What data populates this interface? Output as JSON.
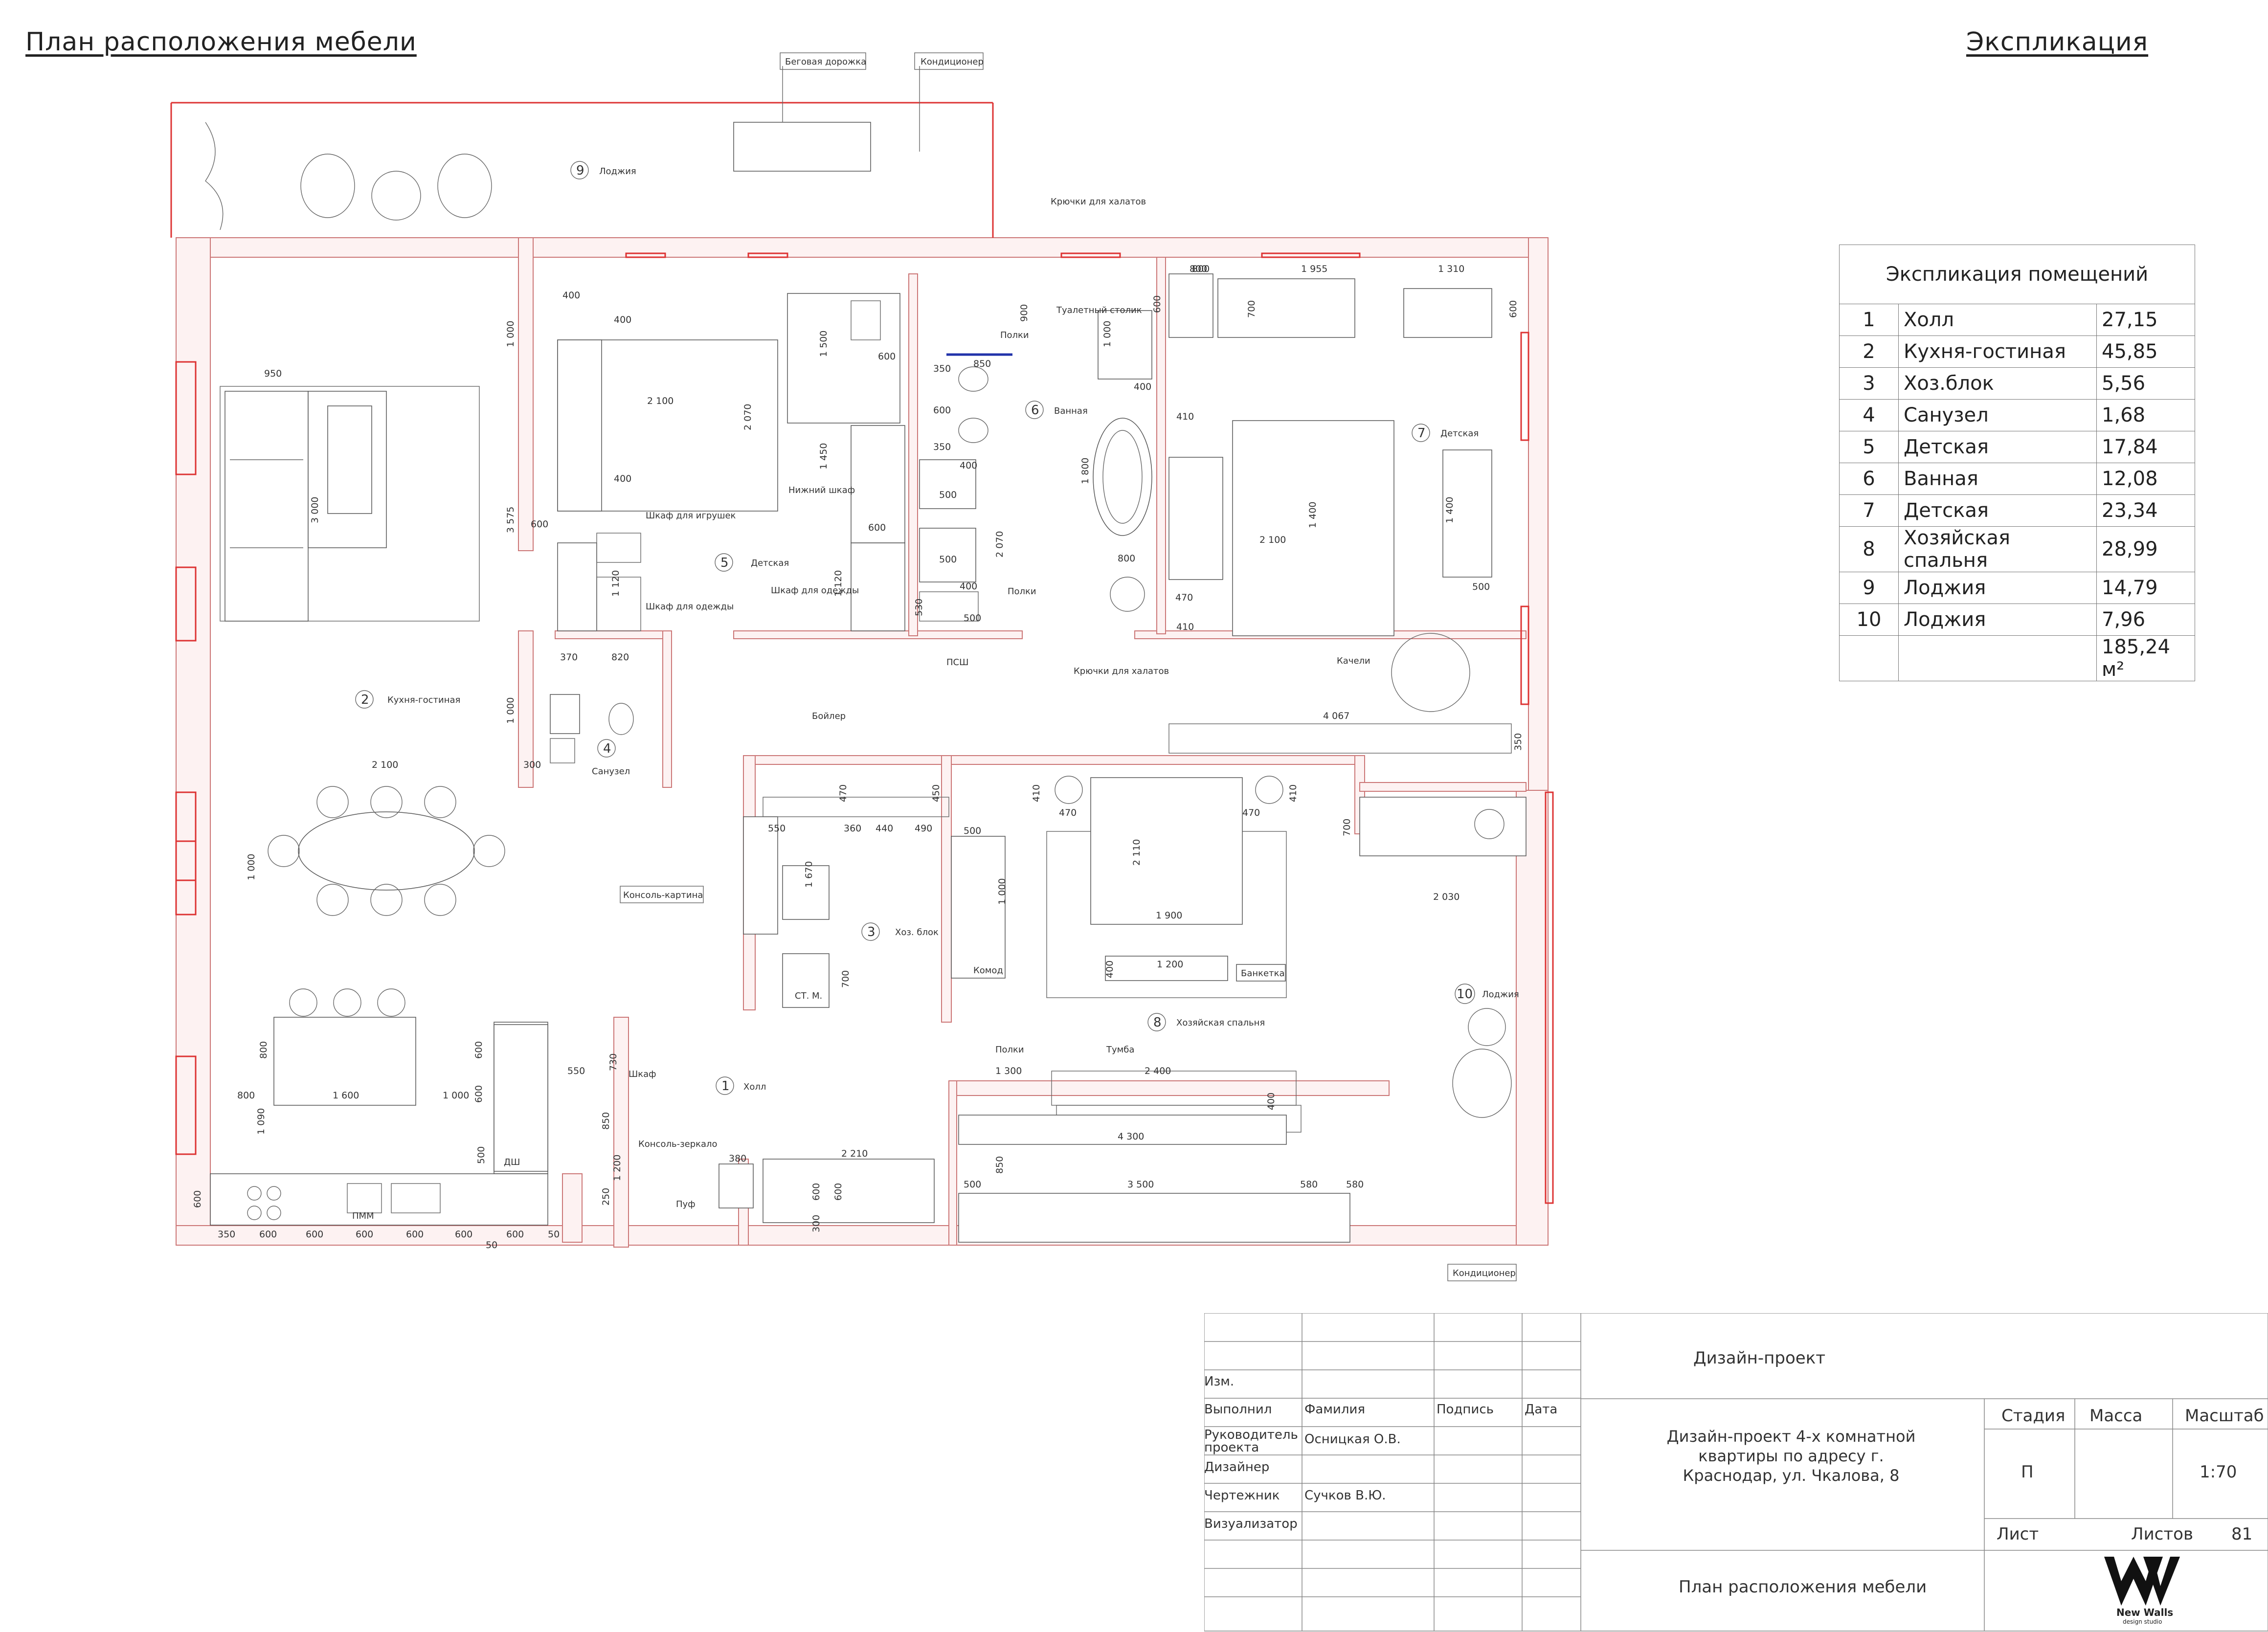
{
  "titles": {
    "plan": "План расположения мебели",
    "explication": "Экспликация"
  },
  "explication": {
    "header": "Экспликация помещений",
    "rows": [
      {
        "n": "1",
        "name": "Холл",
        "area": "27,15"
      },
      {
        "n": "2",
        "name": "Кухня-гостиная",
        "area": "45,85"
      },
      {
        "n": "3",
        "name": "Хоз.блок",
        "area": "5,56"
      },
      {
        "n": "4",
        "name": "Санузел",
        "area": "1,68"
      },
      {
        "n": "5",
        "name": "Детская",
        "area": "17,84"
      },
      {
        "n": "6",
        "name": "Ванная",
        "area": "12,08"
      },
      {
        "n": "7",
        "name": "Детская",
        "area": "23,34"
      },
      {
        "n": "8",
        "name": "Хозяйская спальня",
        "area": "28,99"
      },
      {
        "n": "9",
        "name": "Лоджия",
        "area": "14,79"
      },
      {
        "n": "10",
        "name": "Лоджия",
        "area": "7,96"
      }
    ],
    "total": "185,24 м²"
  },
  "rooms": {
    "r1": {
      "n": "1",
      "name": "Холл"
    },
    "r2": {
      "n": "2",
      "name": "Кухня-гостиная"
    },
    "r3": {
      "n": "3",
      "name": "Хоз. блок"
    },
    "r4": {
      "n": "4",
      "name": "Санузел"
    },
    "r5": {
      "n": "5",
      "name": "Детская"
    },
    "r6": {
      "n": "6",
      "name": "Ванная"
    },
    "r7": {
      "n": "7",
      "name": "Детская"
    },
    "r8": {
      "n": "8",
      "name": "Хозяйская спальня"
    },
    "r9": {
      "n": "9",
      "name": "Лоджия"
    },
    "r10": {
      "n": "10",
      "name": "Лоджия"
    }
  },
  "labels": {
    "treadmill": "Беговая дорожка",
    "ac_top": "Кондиционер",
    "hooks_top": "Крючки для халатов",
    "shelves_top": "Полки",
    "dressing_table": "Туалетный столик",
    "lower_cabinet": "Нижний шкаф",
    "toy_cabinet": "Шкаф для игрушек",
    "clothes_cabinet1": "Шкаф для одежды",
    "clothes_cabinet2": "Шкаф для одежды",
    "shelves_bath": "Полки",
    "psh": "ПСШ",
    "hooks_bath": "Крючки для халатов",
    "swing": "Качели",
    "boiler": "Бойлер",
    "console_picture": "Консоль-картина",
    "chest": "Комод",
    "bench": "Банкетка",
    "shelves_hall": "Полки",
    "nightstand": "Тумба",
    "wardrobe": "Шкаф",
    "console_mirror": "Консоль-зеркало",
    "pouf": "Пуф",
    "ac_bottom": "Кондиционер",
    "pmm": "ПММ",
    "sm": "СТ. М.",
    "dsh": "ДШ"
  },
  "dims": {
    "d1": "950",
    "d2": "3 000",
    "d3": "3 575",
    "d4": "1 000",
    "d5": "400",
    "d6": "400",
    "d7": "2 100",
    "d8": "2 070",
    "d9": "1 500",
    "d10": "600",
    "d11": "1 450",
    "d12": "400",
    "d13": "600",
    "d14": "1 120",
    "d15": "1 120",
    "d16": "600",
    "d17": "350",
    "d18": "850",
    "d19": "600",
    "d20": "350",
    "d21": "400",
    "d22": "500",
    "d23": "500",
    "d24": "400",
    "d25": "2 070",
    "d26": "530",
    "d27": "500",
    "d28": "900",
    "d29": "600",
    "d30": "800",
    "d31": "1 000",
    "d32": "400",
    "d33": "410",
    "d34": "1 800",
    "d35": "800",
    "d36": "470",
    "d37": "410",
    "d38": "800",
    "d39": "1 955",
    "d40": "1 310",
    "d41": "600",
    "d42": "700",
    "d43": "2 100",
    "d44": "1 400",
    "d45": "1 400",
    "d46": "500",
    "d47": "4 067",
    "d48": "350",
    "d49": "370",
    "d50": "820",
    "d51": "1 000",
    "d52": "300",
    "d53": "2 100",
    "d54": "1 000",
    "d55": "470",
    "d56": "550",
    "d57": "360",
    "d58": "440",
    "d59": "490",
    "d60": "450",
    "d61": "500",
    "d62": "1 670",
    "d63": "700",
    "d64": "410",
    "d65": "470",
    "d66": "1 000",
    "d67": "2 110",
    "d68": "1 900",
    "d69": "1 200",
    "d70": "400",
    "d71": "470",
    "d72": "410",
    "d73": "700",
    "d74": "2 030",
    "d75": "800",
    "d76": "1 600",
    "d77": "1 000",
    "d78": "800",
    "d79": "1 090",
    "d80": "600",
    "d81": "600",
    "d82": "730",
    "d83": "550",
    "d84": "850",
    "d85": "1 200",
    "d86": "250",
    "d87": "500",
    "d88": "380",
    "d89": "2 210",
    "d90": "600",
    "d91": "300",
    "d92": "1 300",
    "d93": "2 400",
    "d94": "400",
    "d95": "4 300",
    "d96": "850",
    "d97": "500",
    "d98": "3 500",
    "d99": "580",
    "d100": "580",
    "d101": "600",
    "d102": "350",
    "d103": "600",
    "d104": "600",
    "d105": "600",
    "d106": "600",
    "d107": "600",
    "d108": "600",
    "d109": "50",
    "d110": "50",
    "d111": "600"
  },
  "stamp": {
    "izm": "Изм.",
    "col_vypolnil": "Выполнил",
    "col_familiya": "Фамилия",
    "col_podpis": "Подпись",
    "col_data": "Дата",
    "role_head": "Руководитель проекта",
    "name_head": "Осницкая О.В.",
    "role_designer": "Дизайнер",
    "role_drafter": "Чертежник",
    "name_drafter": "Сучков В.Ю.",
    "role_visual": "Визуализатор",
    "project_header": "Дизайн-проект",
    "project_desc": "Дизайн-проект 4-х комнатной квартиры по адресу г. Краснодар, ул. Чкалова, 8",
    "stage_label": "Стадия",
    "mass_label": "Масса",
    "scale_label": "Масштаб",
    "stage_value": "П",
    "scale_value": "1:70",
    "sheet_label": "Лист",
    "sheets_label": "Листов",
    "sheets_value": "81",
    "sheet_title": "План расположения мебели",
    "logo_text": "New Walls",
    "logo_sub": "design studio"
  }
}
